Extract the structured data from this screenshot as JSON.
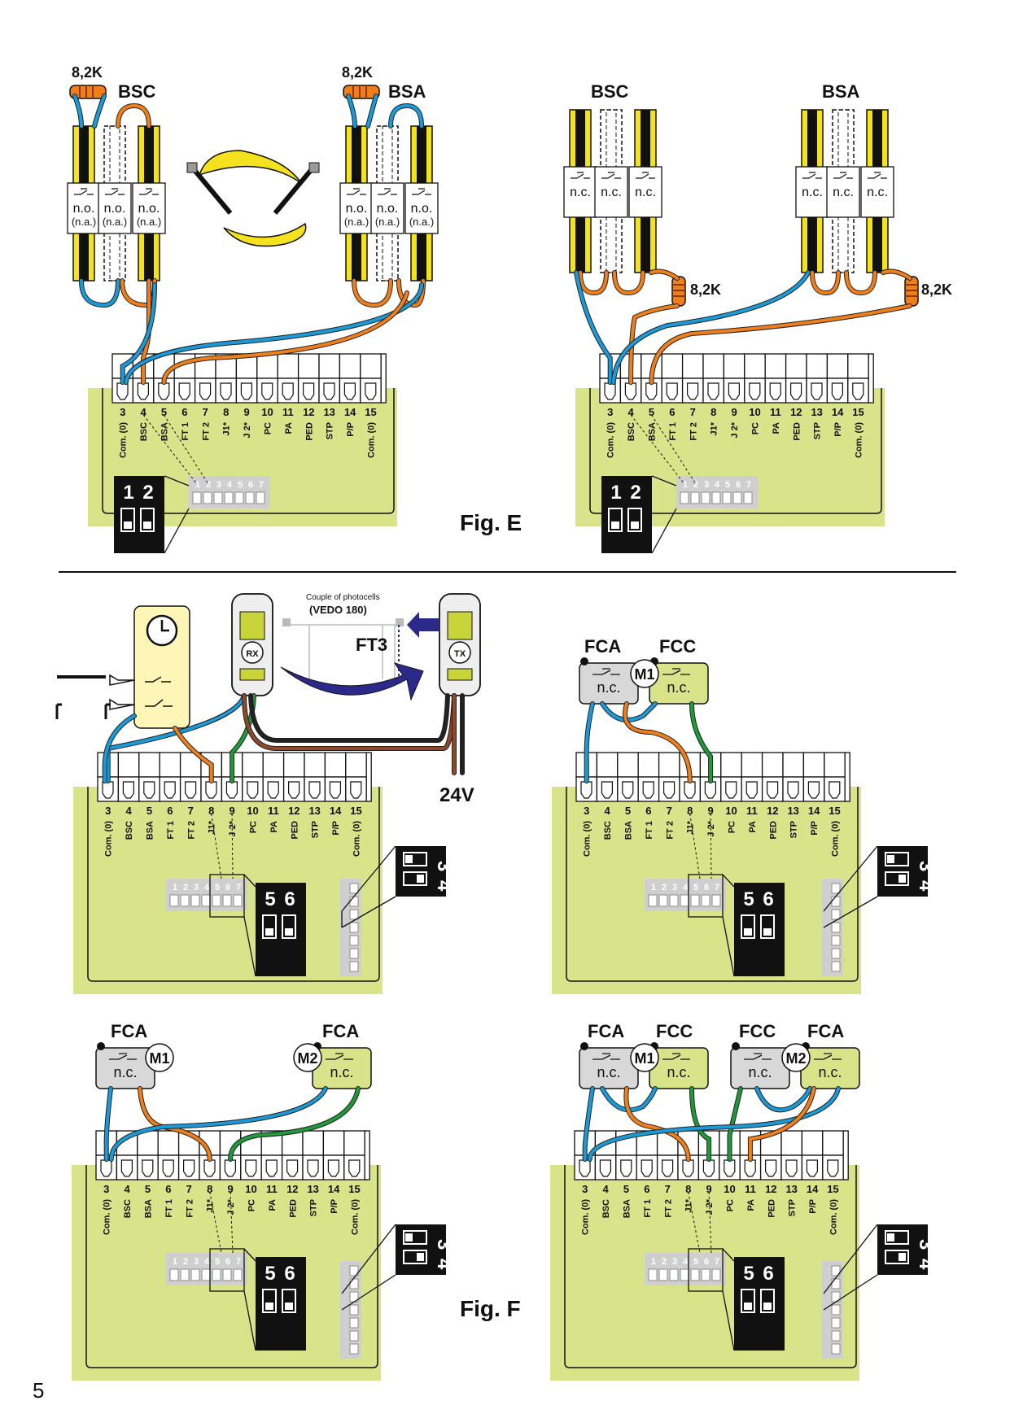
{
  "page_number": "5",
  "fig_e": "Fig. E",
  "fig_f": "Fig. F",
  "terminals": {
    "numbers": [
      "3",
      "4",
      "5",
      "6",
      "7",
      "8",
      "9",
      "10",
      "11",
      "12",
      "13",
      "14",
      "15"
    ],
    "labels": [
      "Com. (0)",
      "BSC",
      "BSA",
      "FT 1",
      "FT 2",
      "J1*",
      "J 2*",
      "PC",
      "PA",
      "PED",
      "STP",
      "P/P",
      "Com. (0)"
    ]
  },
  "resistor": "8,2K",
  "edges": {
    "bsc": "BSC",
    "bsa": "BSA"
  },
  "contacts": {
    "no": "n.o.",
    "na": "(n.a.)",
    "nc": "n.c."
  },
  "dip": {
    "d12": [
      "1",
      "2"
    ],
    "d34": [
      "3",
      "4"
    ],
    "d56": [
      "5",
      "6"
    ],
    "strip": [
      "1",
      "2",
      "3",
      "4",
      "5",
      "6",
      "7"
    ]
  },
  "photocell": {
    "caption": "Couple of photocells",
    "model": "(VEDO 180)",
    "ft3": "FT3",
    "rx": "RX",
    "tx": "TX",
    "voltage": "24V"
  },
  "limit_switch": {
    "fca": "FCA",
    "fcc": "FCC",
    "m1": "M1",
    "m2": "M2"
  },
  "colors": {
    "board": "#d9e48a",
    "blue": "#1a9ad6",
    "orange": "#f07f1a",
    "green": "#1f9a3a",
    "yellow": "#f5e21e",
    "navy": "#2b2a8a"
  }
}
